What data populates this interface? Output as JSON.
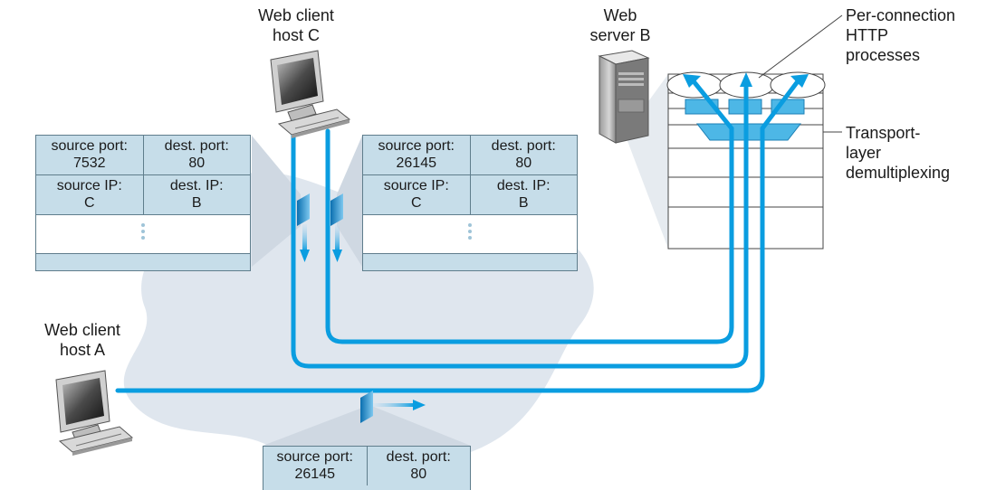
{
  "labels": {
    "host_c": [
      "Web client",
      "host C"
    ],
    "server_b": [
      "Web",
      "server B"
    ],
    "host_a": [
      "Web client",
      "host A"
    ],
    "processes": [
      "Per-connection",
      "HTTP",
      "processes"
    ],
    "demux": [
      "Transport-",
      "layer",
      "demultiplexing"
    ]
  },
  "segment_left": {
    "source_port_label": "source port:",
    "source_port": "7532",
    "dest_port_label": "dest. port:",
    "dest_port": "80",
    "source_ip_label": "source IP:",
    "source_ip": "C",
    "dest_ip_label": "dest. IP:",
    "dest_ip": "B"
  },
  "segment_right": {
    "source_port_label": "source port:",
    "source_port": "26145",
    "dest_port_label": "dest. port:",
    "dest_port": "80",
    "source_ip_label": "source IP:",
    "source_ip": "C",
    "dest_ip_label": "dest. IP:",
    "dest_ip": "B"
  },
  "segment_bottom": {
    "source_port_label": "source port:",
    "source_port": "26145",
    "dest_port_label": "dest. port:",
    "dest_port": "80"
  },
  "colors": {
    "connection": "#0a9de0",
    "header_fill": "#c6dde9",
    "cloud": "#dfe6ee"
  }
}
